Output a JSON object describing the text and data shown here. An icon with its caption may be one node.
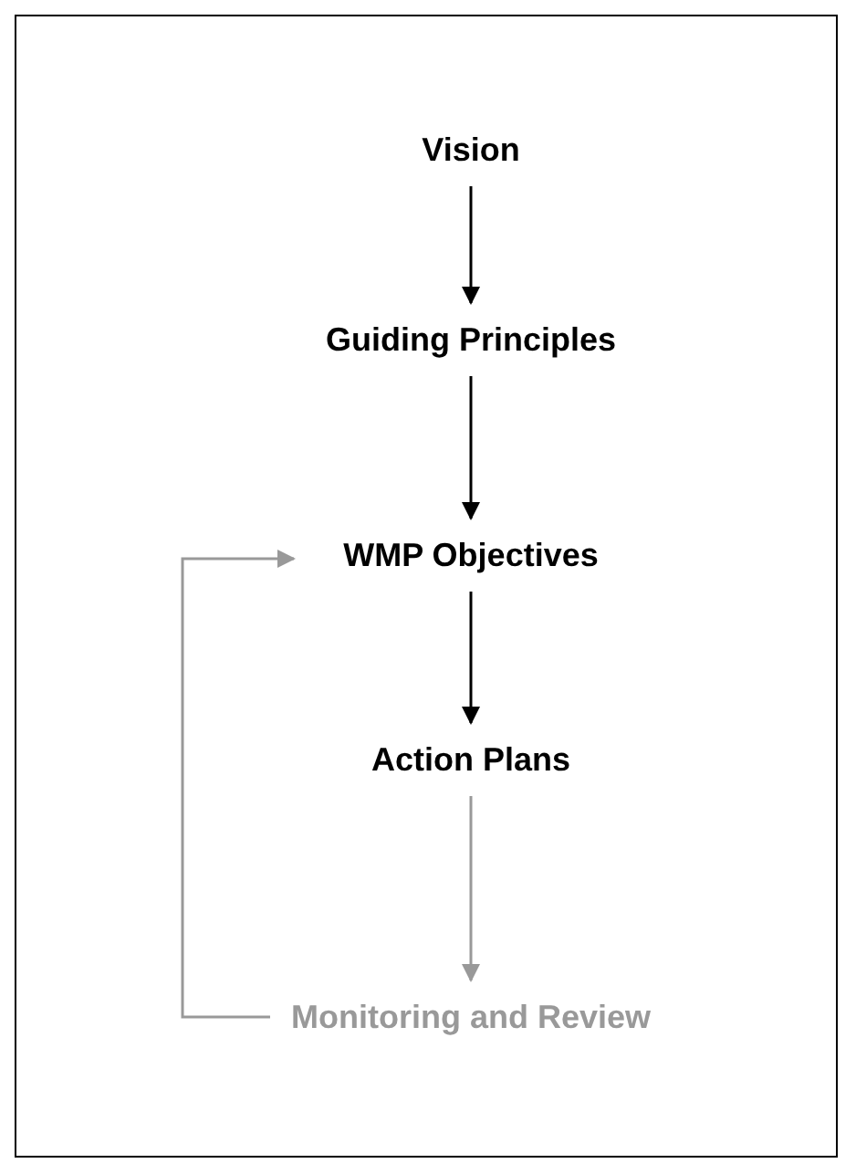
{
  "diagram": {
    "nodes": [
      {
        "text": [
          "Vision"
        ]
      },
      {
        "text": [
          "Guiding Principles"
        ]
      },
      {
        "text": [
          "WMP Objectives"
        ]
      },
      {
        "text": [
          "Action Plans"
        ]
      },
      {
        "text": [
          "Monitoring and Review"
        ]
      }
    ],
    "edges": [
      {
        "from": 0,
        "to": 1,
        "arrow": "to"
      },
      {
        "from": 1,
        "to": 2,
        "arrow": "to"
      },
      {
        "from": 2,
        "to": 3,
        "arrow": "to"
      },
      {
        "from": 3,
        "to": 4,
        "arrow": "to",
        "color": "#999999"
      },
      {
        "from": 4,
        "to": 2,
        "arrow": "to",
        "color": "#999999"
      }
    ]
  }
}
